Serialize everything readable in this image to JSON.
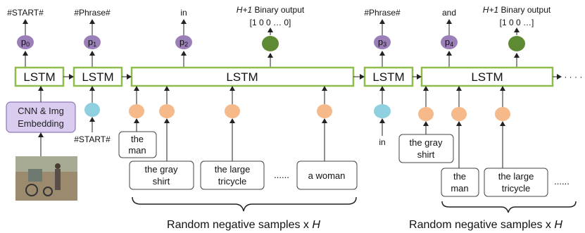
{
  "outputs": {
    "start_token": "#START#",
    "phrase_token_1": "#Phrase#",
    "in_token": "in",
    "binary_output_1_prefix": "H+1",
    "binary_output_1_suffix": " Binary output",
    "binary_vector_1": "[1 0 0 … 0]",
    "phrase_token_2": "#Phrase#",
    "and_token": "and",
    "binary_output_2_prefix": "H+1",
    "binary_output_2_suffix": " Binary output",
    "binary_vector_2": "[1 0 0 …]"
  },
  "p_labels": [
    "p",
    "p",
    "p",
    "p",
    "p"
  ],
  "p_subs": [
    "0",
    "1",
    "2",
    "3",
    "4"
  ],
  "lstm_label": "LSTM",
  "continuation": "· · · · ·",
  "cnn": {
    "line1": "CNN & Img",
    "line2": "Embedding"
  },
  "inputs": {
    "start_token": "#START#",
    "in_token": "in"
  },
  "phrases": {
    "the_man_1": [
      "the",
      "man"
    ],
    "gray_shirt_1": [
      "the gray",
      "shirt"
    ],
    "large_tricycle_1": [
      "the large",
      "tricycle"
    ],
    "a_woman": [
      "a woman"
    ],
    "gray_shirt_2": [
      "the gray",
      "shirt"
    ],
    "the_man_2": [
      "the",
      "man"
    ],
    "large_tricycle_2": [
      "the large",
      "tricycle"
    ],
    "ellipsis": "......"
  },
  "captions": {
    "neg1_prefix": "Random negative samples x ",
    "neg1_var": "H",
    "neg2_prefix": "Random negative samples x ",
    "neg2_var": "H"
  },
  "colors": {
    "lstm_border": "#8fbc4e",
    "purple_node": "#9b7fb8",
    "green_node": "#5e8a34",
    "blue_node": "#8ecfe0",
    "orange_node": "#f5b98a",
    "cnn_fill": "#d9ccef",
    "cnn_border": "#8e78b3"
  }
}
